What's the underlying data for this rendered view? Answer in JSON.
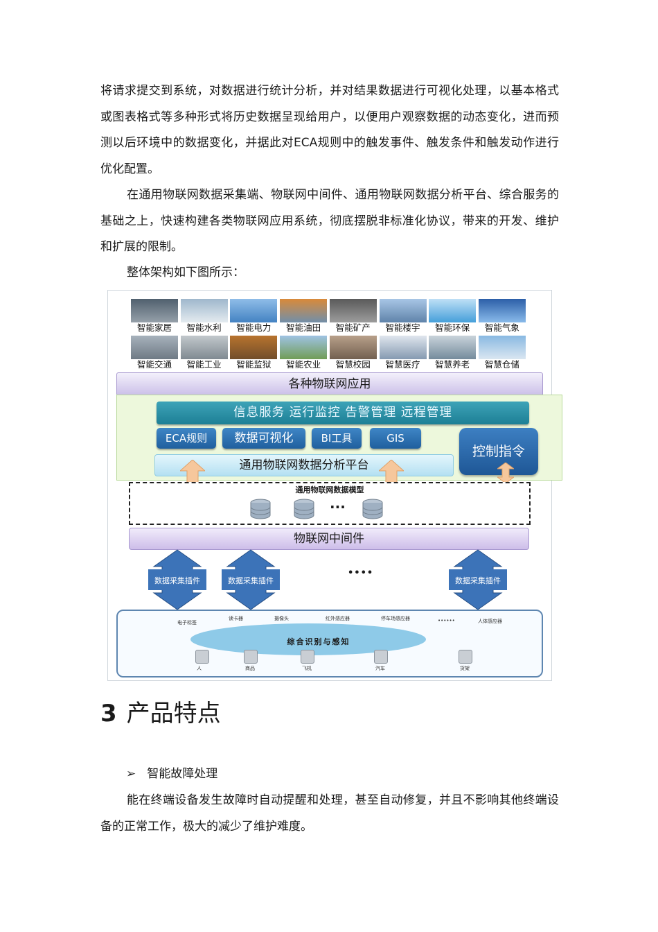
{
  "paragraphs": {
    "p1": "将请求提交到系统，对数据进行统计分析，并对结果数据进行可视化处理，以基本格式或图表格式等多种形式将历史数据呈现给用户，以便用户观察数据的动态变化，进而预测以后环境中的数据变化，并据此对ECA规则中的触发事件、触发条件和触发动作进行优化配置。",
    "p2": "在通用物联网数据采集端、物联网中间件、通用物联网数据分析平台、综合服务的基础之上，快速构建各类物联网应用系统，彻底摆脱非标准化协议，带来的开发、维护和扩展的限制。",
    "p3": "整体架构如下图所示："
  },
  "diagram": {
    "apps_row1": [
      "智能家居",
      "智能水利",
      "智能电力",
      "智能油田",
      "智能矿产",
      "智能楼宇",
      "智能环保",
      "智能气象"
    ],
    "apps_row2": [
      "智能交通",
      "智能工业",
      "智能监狱",
      "智能农业",
      "智慧校园",
      "智慧医疗",
      "智慧养老",
      "智慧仓储"
    ],
    "app_band": "各种物联网应用",
    "services_bar": "信息服务  运行监控  告警管理  远程管理",
    "tools": [
      "ECA规则",
      "数据可视化",
      "BI工具",
      "GIS"
    ],
    "control": "控制指令",
    "platform": "通用物联网数据分析平台",
    "data_model": "通用物联网数据模型",
    "ellipsis": "···",
    "middleware": "物联网中间件",
    "plugin": "数据采集插件",
    "plugin_dots": "••••",
    "devices_top": [
      "电子标签",
      "读卡器",
      "摄像头",
      "红外感应器",
      "停车场感应器",
      "••••••",
      "人体感应器"
    ],
    "devices_bottom": [
      "人",
      "商品",
      "飞机",
      "汽车",
      "货架"
    ],
    "perception": "综合识别与感知",
    "colors": {
      "sky": "#7fb1e0",
      "grass": "#7aa05a",
      "industry": "#8a8a8a",
      "teal": "#2a8fa3",
      "purple": "#cdb8e8",
      "green_layer": "#ecf7d9"
    }
  },
  "section": {
    "number": "3",
    "title": "产品特点"
  },
  "feature": {
    "bullet": "➢",
    "name": "智能故障处理",
    "desc": "能在终端设备发生故障时自动提醒和处理，甚至自动修复，并且不影响其他终端设备的正常工作，极大的减少了维护难度。"
  }
}
